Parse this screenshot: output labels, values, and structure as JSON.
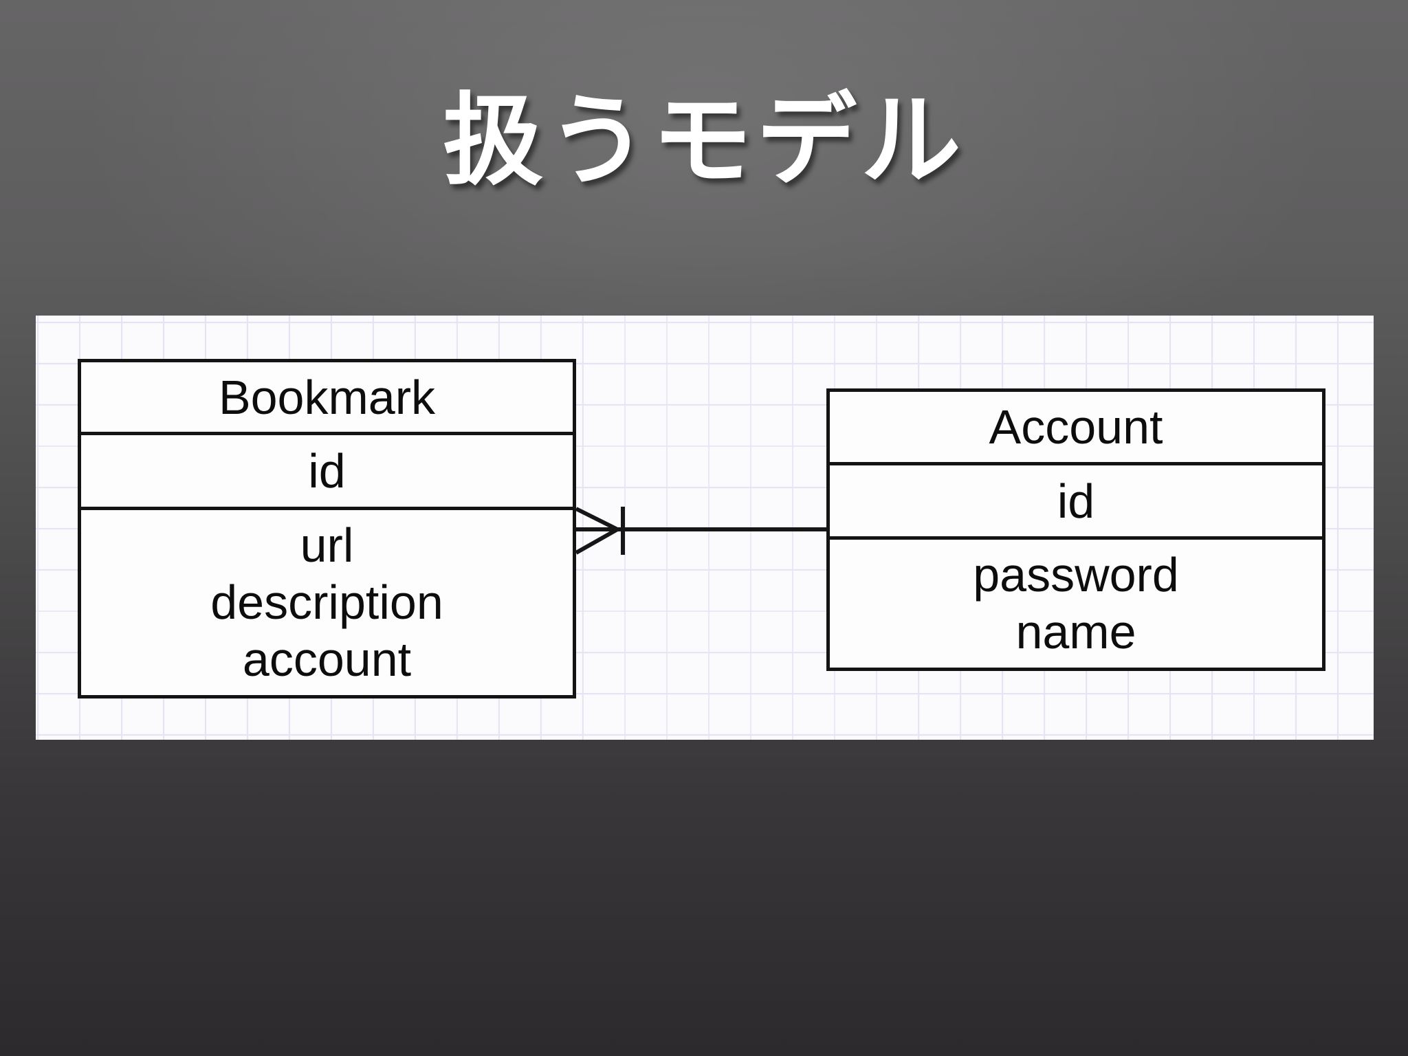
{
  "slide": {
    "title": "扱うモデル"
  },
  "diagram": {
    "entities": [
      {
        "name": "Bookmark",
        "primary_key": "id",
        "attributes": [
          "url",
          "description",
          "account"
        ]
      },
      {
        "name": "Account",
        "primary_key": "id",
        "attributes": [
          "password",
          "name"
        ]
      }
    ],
    "relationship": {
      "from": "Bookmark",
      "to": "Account",
      "cardinality": "many-to-one",
      "notation": "crow's foot with one-tick at Bookmark side"
    }
  },
  "colors": {
    "background_top": "#737373",
    "background_corner": "#595959",
    "background_bottom": "#2c2a2c",
    "panel_background": "#fbfbfd",
    "grid_line": "#e4e4f4",
    "box_border": "#141414",
    "diagram_text": "#0d0d0d",
    "title_text": "#ffffff"
  }
}
